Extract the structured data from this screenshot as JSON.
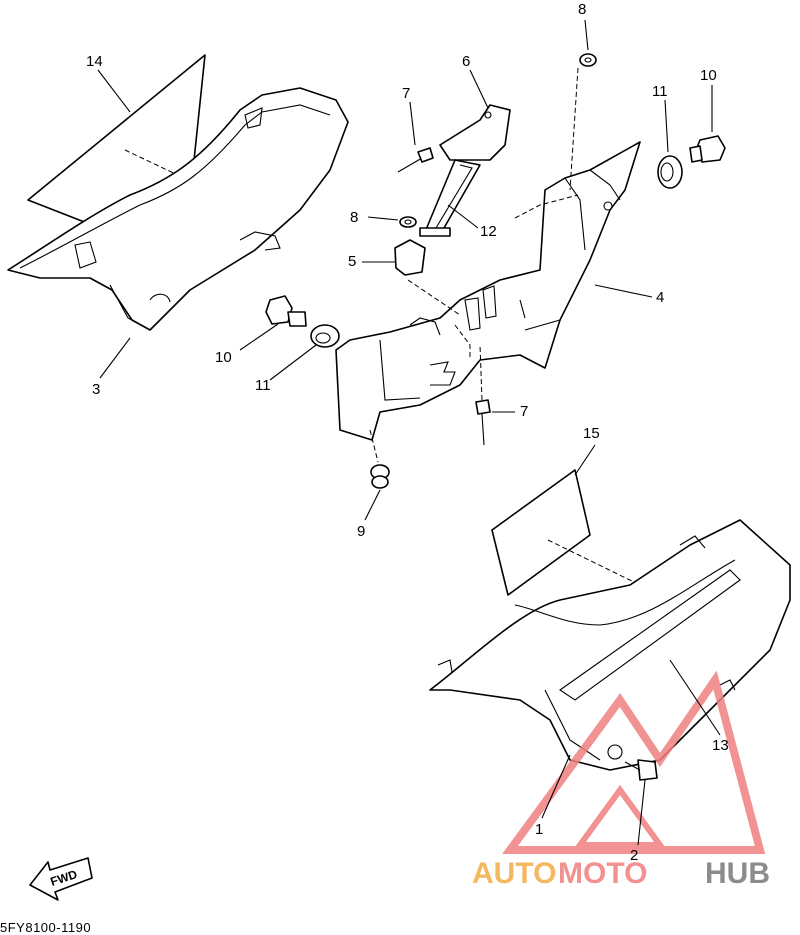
{
  "diagram": {
    "callouts": [
      {
        "id": "c14",
        "label": "14"
      },
      {
        "id": "c3",
        "label": "3"
      },
      {
        "id": "c7a",
        "label": "7"
      },
      {
        "id": "c6",
        "label": "6"
      },
      {
        "id": "c8a",
        "label": "8"
      },
      {
        "id": "c11a",
        "label": "11"
      },
      {
        "id": "c10a",
        "label": "10"
      },
      {
        "id": "c8b",
        "label": "8"
      },
      {
        "id": "c12",
        "label": "12"
      },
      {
        "id": "c5",
        "label": "5"
      },
      {
        "id": "c4",
        "label": "4"
      },
      {
        "id": "c10b",
        "label": "10"
      },
      {
        "id": "c11b",
        "label": "11"
      },
      {
        "id": "c7b",
        "label": "7"
      },
      {
        "id": "c9",
        "label": "9"
      },
      {
        "id": "c15",
        "label": "15"
      },
      {
        "id": "c13",
        "label": "13"
      },
      {
        "id": "c1",
        "label": "1"
      },
      {
        "id": "c2",
        "label": "2"
      }
    ],
    "fwd_label": "FWD",
    "diagram_code": "5FY8100-1190"
  },
  "watermark": {
    "text_auto": "AUTO",
    "text_moto": "MOTO",
    "text_hub": "HUB",
    "colors": {
      "auto": "#f4b860",
      "moto": "#f39090",
      "hub": "#8c8c8c",
      "triangle": "#f08080"
    }
  }
}
